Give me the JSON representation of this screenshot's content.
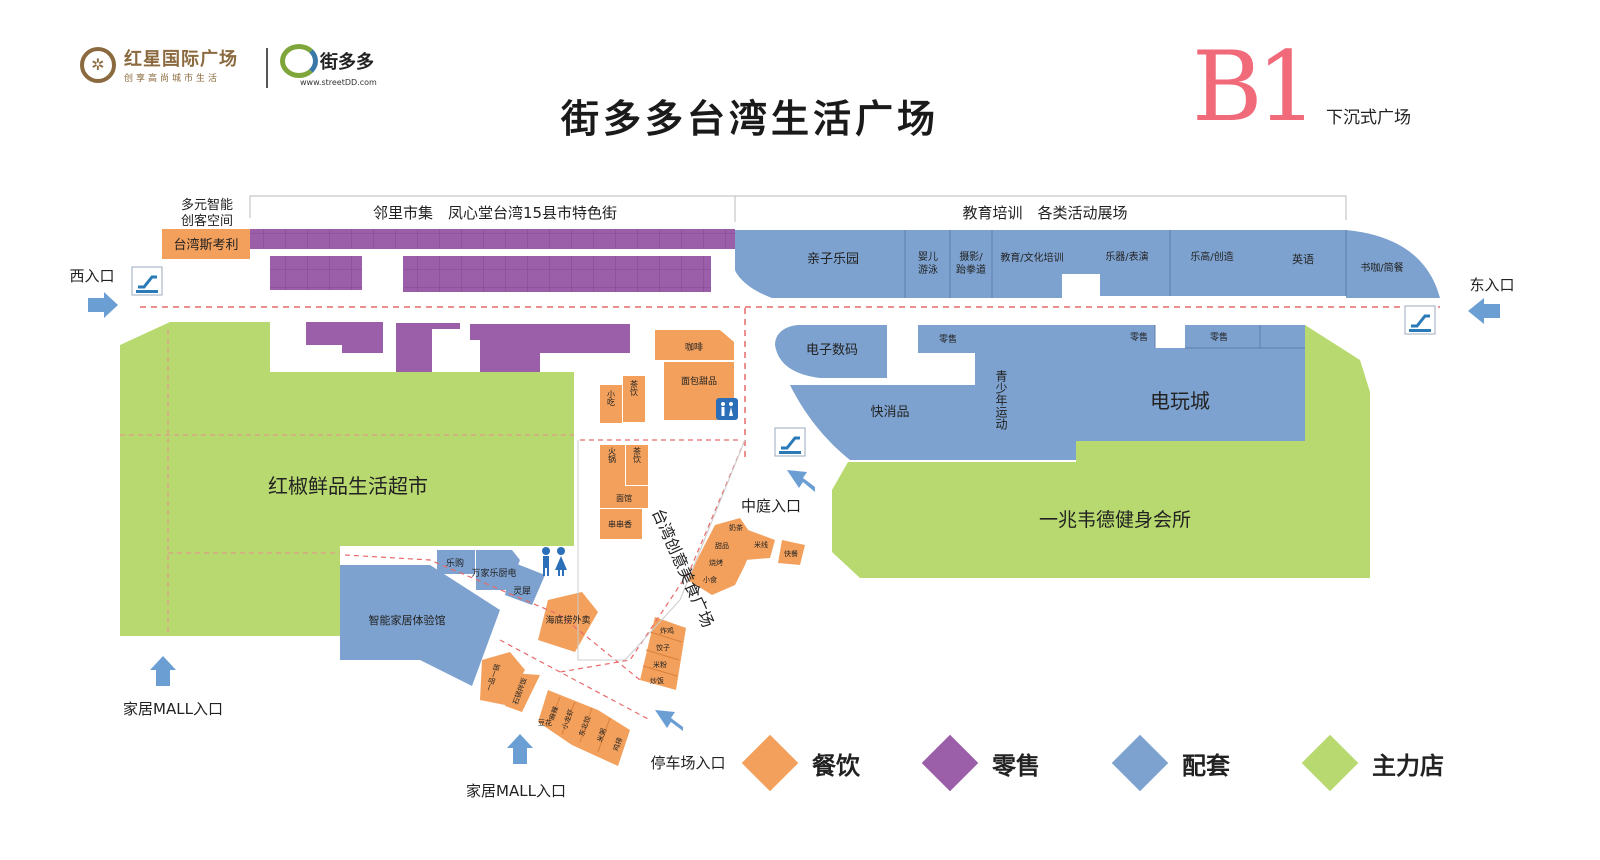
{
  "header": {
    "title": "街多多台湾生活广场",
    "brand_hongxing": {
      "name": "红星国际广场",
      "slogan": "创享高尚城市生活",
      "mark_icon": "hongxing-logo-icon"
    },
    "brand_jdd": {
      "name": "街多多",
      "url": "www.streetDD.com",
      "mark_icon": "jdd-logo-icon"
    },
    "floor": {
      "badge": "B1",
      "desc": "下沉式广场"
    }
  },
  "colors": {
    "dining": "#f2a05c",
    "retail": "#9b5ea8",
    "support": "#7ea2cf",
    "anchor": "#b8d96f",
    "badge": "#f06a7a"
  },
  "zones": {
    "top_left": {
      "line1": "多元智能",
      "line2": "创客空间"
    },
    "top_left_street": "邻里市集　凤心堂台湾15县市特色街",
    "top_right_street": "教育培训　各类活动展场"
  },
  "shops": {
    "taiwan_costco": "台湾斯考利",
    "parent_child": "亲子乐园",
    "baby_swim_1": "婴儿",
    "baby_swim_2": "游泳",
    "photo_1": "摄影/",
    "photo_2": "跆拳道",
    "edu_culture": "教育/文化培训",
    "music": "乐器/表演",
    "lego": "乐高/创造",
    "english": "英语",
    "book_cafe": "书咖/简餐",
    "digital": "电子数码",
    "retail_a": "零售",
    "retail_b": "零售",
    "retail_c": "零售",
    "fmcg": "快消品",
    "youth_sport": "青少年运动",
    "arcade": "电玩城",
    "fitness": "一兆韦德健身会所",
    "supermarket": "红椒鲜品生活超市",
    "coffee": "咖啡",
    "bakery": "面包甜品",
    "snack": "小吃",
    "small_1": "茶饮",
    "food_a": "火锅",
    "food_b": "茶饮",
    "noodle": "面馆",
    "mala": "串串香",
    "food_plaza": "台湾创意美食广场",
    "home_a": "乐购",
    "home_b": "万家乐厨电",
    "home_c": "灵犀",
    "smart_home": "智能家居体验馆",
    "haidilao": "海底捞外卖",
    "shop_a": "奶茶",
    "shop_b": "甜品",
    "shop_c": "烧烤",
    "shop_d": "小食",
    "shop_e": "米线",
    "shop_f": "快餐",
    "shop_g": "炸鸡",
    "shop_h": "饺子",
    "shop_i": "米粉",
    "shop_j": "炒饭",
    "shop_k": "一品一锅",
    "shop_l": "石锅拌饭",
    "shop_m": "麻辣",
    "shop_n": "小龙虾",
    "shop_o": "东北饺",
    "shop_p": "米粥",
    "shop_q": "鸡排",
    "shop_r": "豆花"
  },
  "entrances": {
    "west": "西入口",
    "east": "东入口",
    "atrium": "中庭入口",
    "home_mall_1": "家居MALL入口",
    "home_mall_2": "家居MALL入口",
    "parking": "停车场入口"
  },
  "icons": {
    "escalator": "escalator-icon",
    "restroom": "restroom-icon",
    "arrow": "arrow-icon"
  },
  "legend": [
    {
      "label": "餐饮",
      "color": "#f2a05c"
    },
    {
      "label": "零售",
      "color": "#9b5ea8"
    },
    {
      "label": "配套",
      "color": "#7ea2cf"
    },
    {
      "label": "主力店",
      "color": "#b8d96f"
    }
  ]
}
